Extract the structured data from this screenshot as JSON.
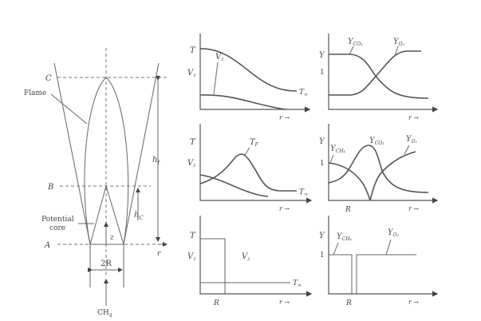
{
  "flame_diagram": {
    "label_c": "C",
    "label_b": "B",
    "label_a": "A",
    "label_flame": "Flame",
    "label_potential": "Potential",
    "label_core": "core",
    "label_hf": "h",
    "label_hf_sub": "f",
    "label_hc": "h",
    "label_hc_sub": "C",
    "label_z": "z",
    "label_r": "r",
    "label_2r": "2R",
    "label_fuel": "CH",
    "label_fuel_sub": "4"
  },
  "panels": {
    "top_left": {
      "y1": "T",
      "y2": "V",
      "y2_sub": "z",
      "curve_vz": "V",
      "curve_vz_sub": "z",
      "t_inf": "T",
      "t_inf_sub": "∞",
      "xlabel": "r →"
    },
    "top_right": {
      "y": "Y",
      "one": "1",
      "co2": "Y",
      "co2_sub": "CO₂",
      "o2": "Y",
      "o2_sub": "O₂",
      "xlabel": "r →"
    },
    "mid_left": {
      "y1": "T",
      "y2": "V",
      "y2_sub": "z",
      "tf": "T",
      "tf_sub": "F",
      "t_inf": "T",
      "t_inf_sub": "∞",
      "xlabel": "r →"
    },
    "mid_right": {
      "y": "Y",
      "one": "1",
      "ch4": "Y",
      "ch4_sub": "CH₄",
      "co2": "Y",
      "co2_sub": "CO₂",
      "o2": "Y",
      "o2_sub": "O₂",
      "r_mark": "R",
      "xlabel": "r →"
    },
    "bot_left": {
      "y1": "T",
      "y2": "V",
      "y2_sub": "z",
      "curve_vz": "V",
      "curve_vz_sub": "z",
      "t_inf": "T",
      "t_inf_sub": "∞",
      "r_mark": "R",
      "xlabel": "r →"
    },
    "bot_right": {
      "y": "Y",
      "one": "1",
      "ch4": "Y",
      "ch4_sub": "CH₄",
      "o2": "Y",
      "o2_sub": "O₂",
      "r_mark": "R",
      "xlabel": "r →"
    }
  }
}
